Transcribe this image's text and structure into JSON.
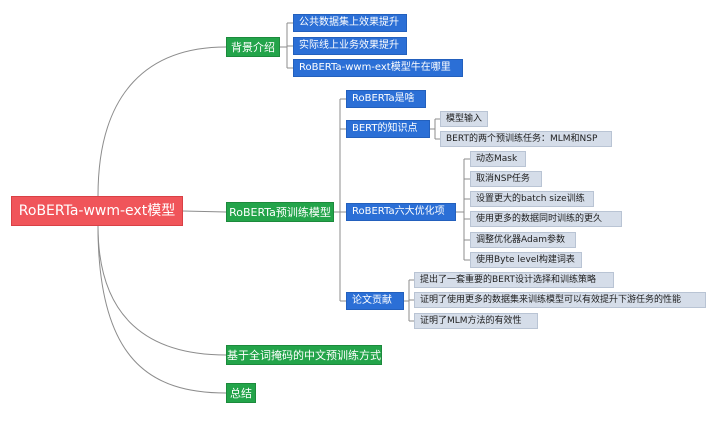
{
  "root": "RoBERTa-wwm-ext模型",
  "branches": {
    "background": {
      "label": "背景介绍",
      "items": [
        "公共数据集上效果提升",
        "实际线上业务效果提升",
        "RoBERTa-wwm-ext模型牛在哪里"
      ]
    },
    "roberta": {
      "label": "RoBERTa预训练模型",
      "items": {
        "intro": "RoBERTa是啥",
        "bert": {
          "label": "BERT的知识点",
          "items": [
            "模型输入",
            "BERT的两个预训练任务：MLM和NSP"
          ]
        },
        "optim": {
          "label": "RoBERTa六大优化项",
          "items": [
            "动态Mask",
            "取消NSP任务",
            "设置更大的batch size训练",
            "使用更多的数据同时训练的更久",
            "调整优化器Adam参数",
            "使用Byte level构建词表"
          ]
        },
        "contrib": {
          "label": "论文贡献",
          "items": [
            "提出了一套重要的BERT设计选择和训练策略",
            "证明了使用更多的数据集来训练模型可以有效提升下游任务的性能",
            "证明了MLM方法的有效性"
          ]
        }
      }
    },
    "wwm": {
      "label": "基于全词掩码的中文预训练方式"
    },
    "summary": {
      "label": "总结"
    }
  },
  "colors": {
    "root": "#f0555a",
    "level1": "#23a44a",
    "level2": "#2b6fd6",
    "level3": "#d5dde9",
    "line": "#8c8c8c"
  }
}
